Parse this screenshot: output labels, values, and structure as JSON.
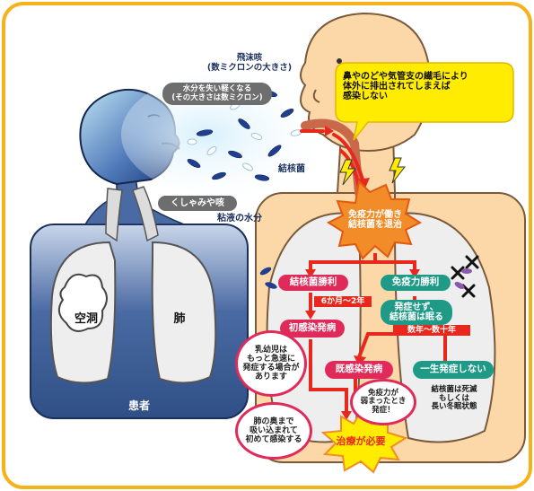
{
  "colors": {
    "frame": "#f6b21a",
    "patient_body": "#3f5d95",
    "healthy_body": "#fcd7a8",
    "lung_fill": "#eeeeee",
    "pink": "#e02a5a",
    "green": "#1f9a86",
    "red_arrow": "#e8281c",
    "callout_yellow": "#ffec00",
    "explosion": "#f28c28",
    "gray_label": "#6e6e6e"
  },
  "labels": {
    "droplet_cough": "飛沫咳\n(数ミクロンの大きさ)",
    "lose_moisture": "水分を失い軽くなる\n(その大きさは数ミクロン)",
    "tb_bacteria": "結核菌",
    "sneeze_cough": "くしゃみや咳",
    "mucus_water": "粘液の水分",
    "cilia_callout": "鼻やのどや気管支の繊毛により\n体外に排出されてしまえば\n感染しない",
    "immunity_works": "免疫力が働き\n結核菌を退治",
    "cavity": "空洞",
    "lung": "肺",
    "patient": "患者",
    "tb_wins": "結核菌勝利",
    "immunity_wins": "免疫力勝利",
    "months_to_years": "6か月〜2年",
    "no_onset_dormant": "発症せず、\n結核菌は眠る",
    "years_to_decades": "数年〜数十年",
    "primary_onset": "初感染発病",
    "infant_note": "乳幼児は\nもっと急速に\n発症する場合が\nあります",
    "post_primary_onset": "既感染発病",
    "weak_immunity_note": "免疫力が\n弱まったとき\n発症！",
    "never_onset": "一生発症しない",
    "bacteria_dead": "結核菌は死滅\nもしくは\n長い冬眠状態",
    "inhaled_note": "肺の奥まで\n吸い込まれて\n初めて感染する",
    "treatment_needed": "治療が必要"
  }
}
